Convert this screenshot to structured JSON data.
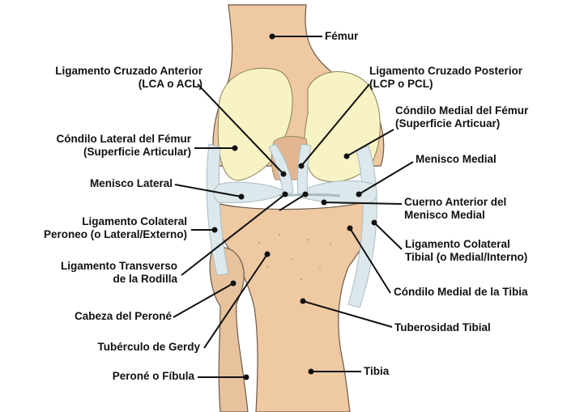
{
  "labels": {
    "femur": "Fémur",
    "lca_1": "Ligamento Cruzado Anterior",
    "lca_2": "(LCA o ACL)",
    "lcp_1": "Ligamento Cruzado Posterior",
    "lcp_2": "(LCP o PCL)",
    "cmf_1": "Cóndilo Medial del Fémur",
    "cmf_2": "(Superficie Articuar)",
    "clf_1": "Cóndilo Lateral del Fémur",
    "clf_2": "(Superficie Articular)",
    "menisco_medial": "Menisco Medial",
    "menisco_lateral": "Menisco Lateral",
    "cuerno_1": "Cuerno Anterior del",
    "cuerno_2": "Menisco Medial",
    "lcpe_1": "Ligamento Colateral",
    "lcpe_2": "Peroneo (o Lateral/Externo)",
    "lct_1": "Ligamento Colateral",
    "lct_2": "Tibial (o Medial/Interno)",
    "ltr_1": "Ligamento Transverso",
    "ltr_2": "de la Rodilla",
    "cmt": "Cóndilo Medial de la Tibia",
    "cabeza_perone": "Cabeza del Peroné",
    "tuberosidad": "Tuberosidad Tibial",
    "gerdy": "Tubérculo de Gerdy",
    "perone": "Peroné o Fíbula",
    "tibia": "Tibia"
  },
  "colors": {
    "bone": "#eec9a2",
    "bone_shade": "#e2b690",
    "cartilage": "#f8f3c4",
    "ligament": "#dde8ec",
    "ligament_edge": "#a9bcc4",
    "outline": "#6b5a4a",
    "leader": "#111111"
  }
}
